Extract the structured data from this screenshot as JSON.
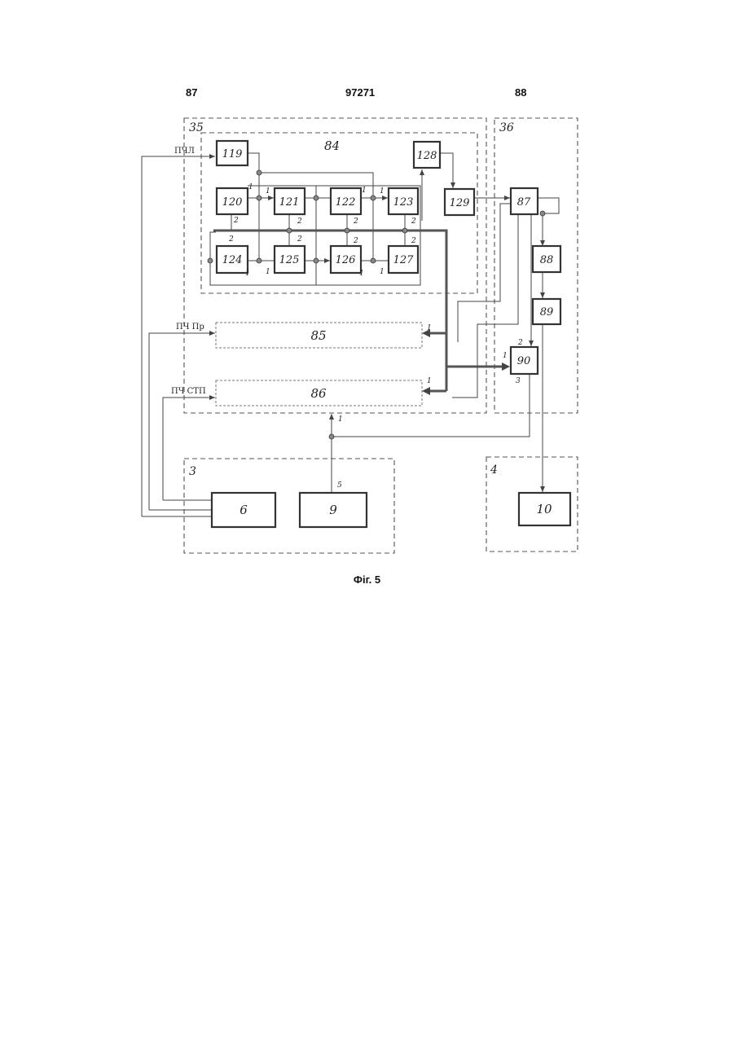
{
  "header": {
    "left_page": "87",
    "patent_number": "97271",
    "right_page": "88"
  },
  "caption": "Фіг. 5",
  "frames": {
    "f35": "35",
    "f84": "84",
    "f36": "36",
    "f3": "3",
    "f4": "4"
  },
  "blocks": {
    "b119": "119",
    "b120": "120",
    "b121": "121",
    "b122": "122",
    "b123": "123",
    "b124": "124",
    "b125": "125",
    "b126": "126",
    "b127": "127",
    "b128": "128",
    "b129": "129",
    "b87": "87",
    "b88": "88",
    "b89": "89",
    "b90": "90",
    "b85": "85",
    "b86": "86",
    "b6": "6",
    "b9": "9",
    "b10": "10"
  },
  "signals": {
    "pchl": "ПЧЛ",
    "pch_pr": "ПЧ Пр",
    "pch_stp": "ПЧ СТП"
  },
  "pins": {
    "one": "1",
    "two": "2",
    "three": "3",
    "five": "5"
  }
}
